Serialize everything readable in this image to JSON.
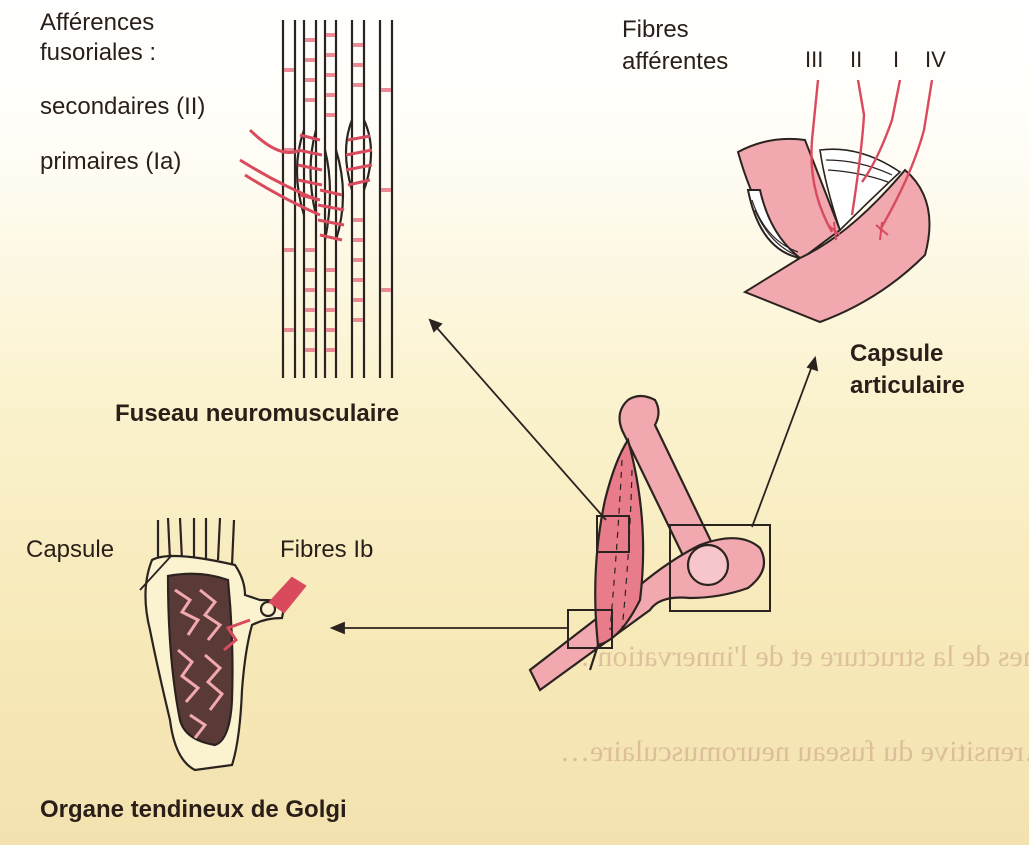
{
  "colors": {
    "pink": "#f1a8ae",
    "red": "#d94a5d",
    "outline": "#2b2320",
    "darkfill": "#5a3a36",
    "pale": "#fbf3d0"
  },
  "labels": {
    "afferences_line1": "Afférences",
    "afferences_line2": "fusoriales :",
    "secondaires": "secondaires (II)",
    "primaires": "primaires (Ia)",
    "fibres_afferentes_line1": "Fibres",
    "fibres_afferentes_line2": "afférentes",
    "fiber_III": "III",
    "fiber_II": "II",
    "fiber_I": "I",
    "fiber_IV": "IV",
    "fuseau": "Fuseau neuromusculaire",
    "capsule_articulaire_line1": "Capsule",
    "capsule_articulaire_line2": "articulaire",
    "capsule": "Capsule",
    "fibres_ib": "Fibres Ib",
    "golgi": "Organe tendineux de Golgi"
  }
}
